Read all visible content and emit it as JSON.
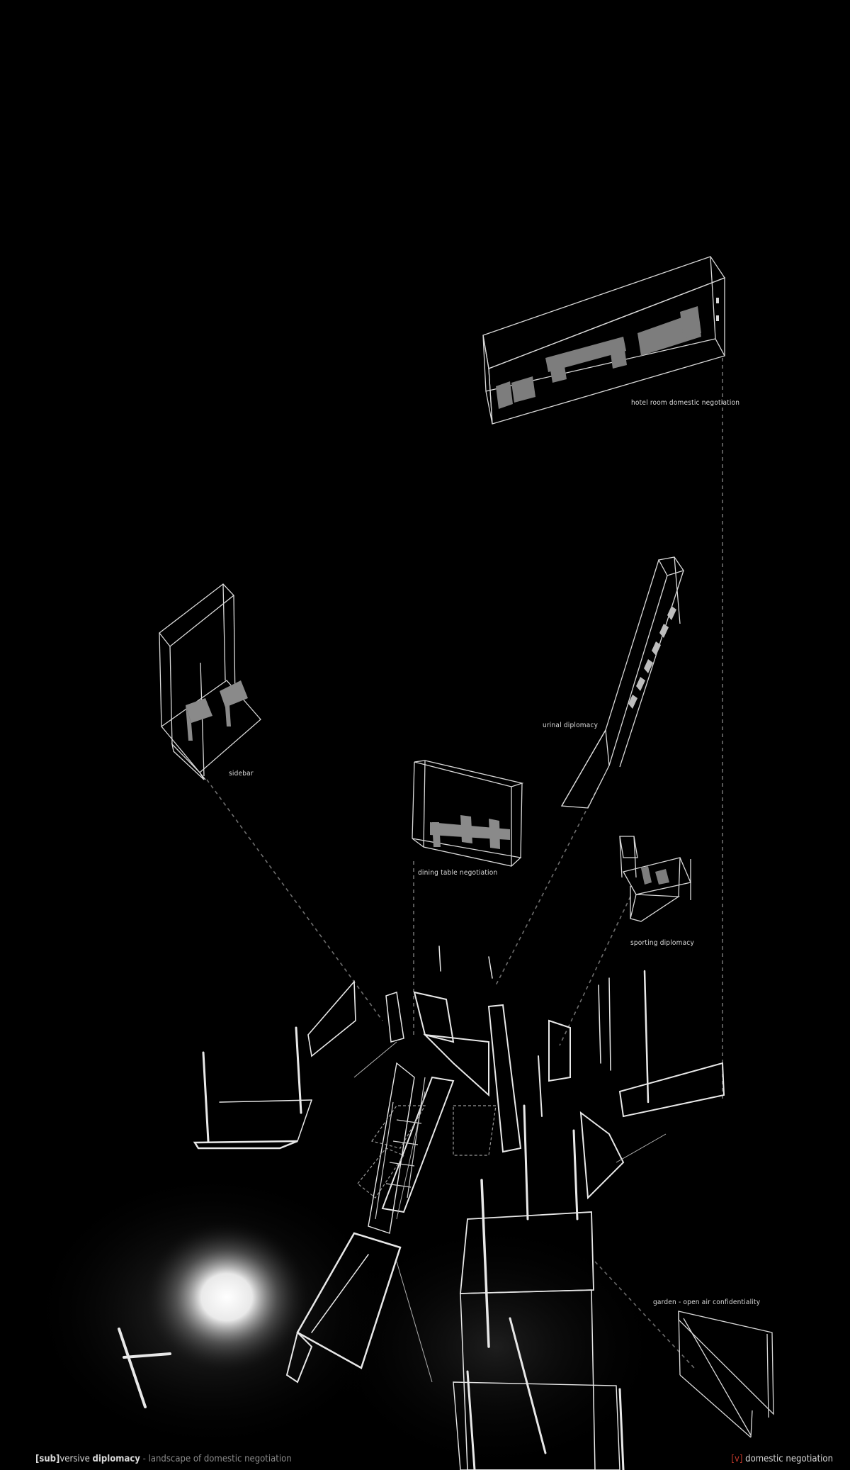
{
  "labels": {
    "hotel": "hotel room domestic negotiation",
    "sidebar": "sidebar",
    "urinal": "urinal diplomacy",
    "dining": "dining table negotiation",
    "sporting": "sporting diplomacy",
    "garden": "garden - open air confidentiality"
  },
  "footer": {
    "left_bracket_open": "[",
    "left_prefix": "sub",
    "left_bracket_close": "]",
    "left_word1": "versive",
    "left_word2": "diplomacy",
    "left_rest": " - landscape of domestic negotiation",
    "right_bracket_open": "[",
    "right_marker": "v",
    "right_bracket_close": "]",
    "right_text": "domestic negotiation"
  },
  "colors": {
    "background": "#000000",
    "lines": "#d9d9d9",
    "accent": "#c0392b"
  }
}
